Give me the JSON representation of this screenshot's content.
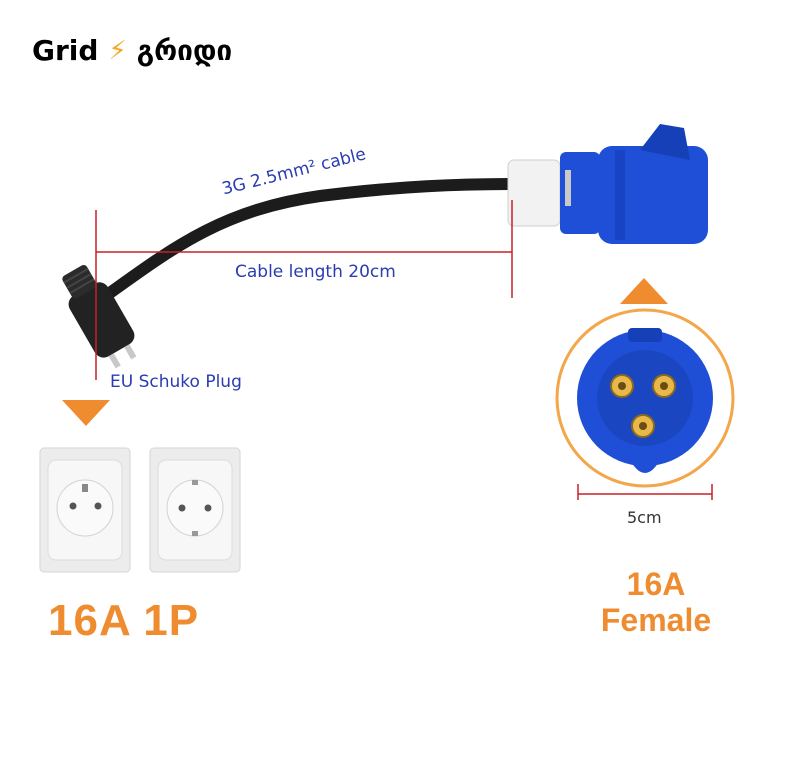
{
  "brand": {
    "name_latin": "Grid",
    "bolt_icon": "lightning-bolt-icon",
    "name_georgian": "გრიდი"
  },
  "labels": {
    "cable_spec": "3G 2.5mm² cable",
    "cable_length": "Cable length 20cm",
    "plug_name": "EU Schuko Plug",
    "connector_width": "5cm"
  },
  "ratings": {
    "left": "16A 1P",
    "right_line1": "16A",
    "right_line2": "Female"
  },
  "colors": {
    "accent_orange": "#f08c30",
    "label_blue": "#2a3cb0",
    "connector_blue": "#1e4fd6",
    "dimension_red": "#c8202a"
  }
}
